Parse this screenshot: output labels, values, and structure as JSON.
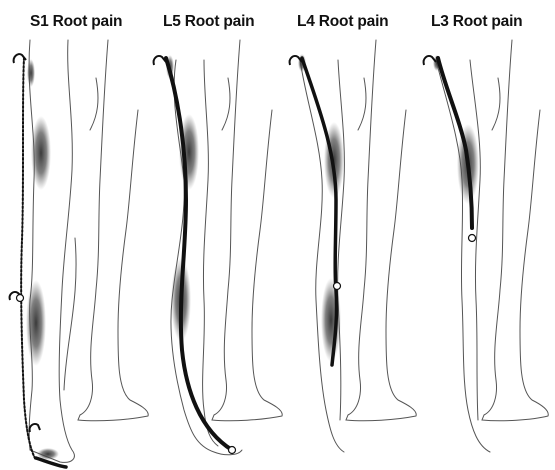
{
  "panels": [
    {
      "id": "s1",
      "title": "S1 Root pain"
    },
    {
      "id": "l5",
      "title": "L5 Root pain"
    },
    {
      "id": "l4",
      "title": "L4 Root pain"
    },
    {
      "id": "l3",
      "title": "L3 Root pain"
    }
  ],
  "colors": {
    "ink": "#111111",
    "outline": "#555555",
    "shade": "#4a4a4a",
    "background": "#ffffff"
  }
}
